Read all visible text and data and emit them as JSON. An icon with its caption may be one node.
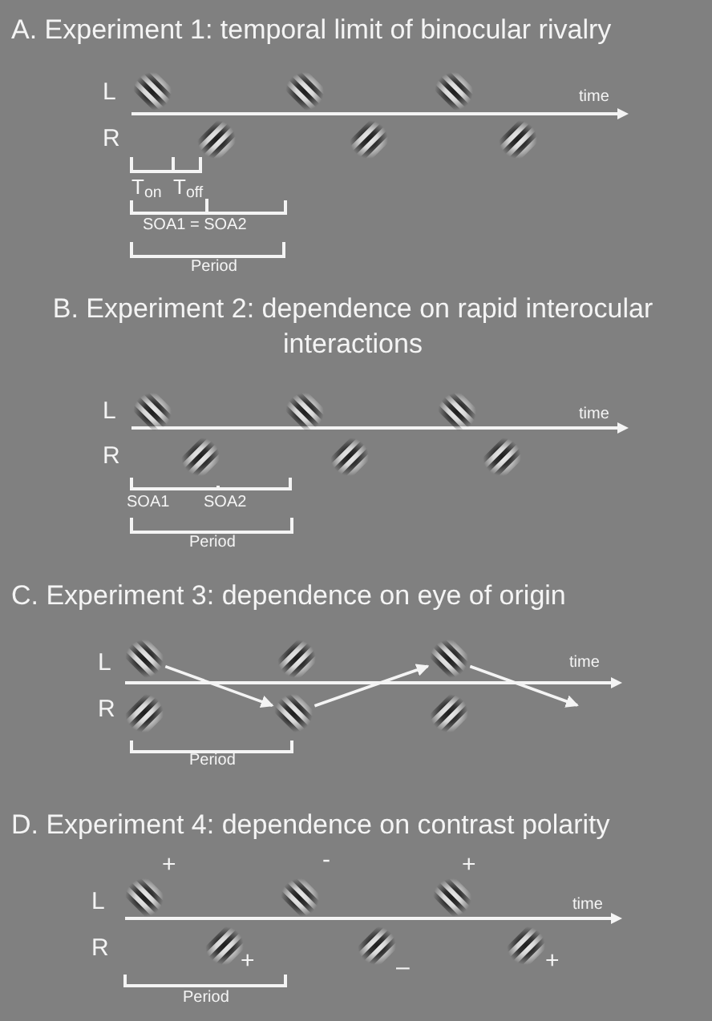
{
  "diagram": {
    "nodes": [
      {
        "text": [],
        "shape": "picture"
      },
      {
        "text": [],
        "shape": "picture"
      },
      {
        "text": [],
        "shape": "picture"
      },
      {
        "text": [],
        "shape": "picture"
      },
      {
        "text": [],
        "shape": "picture"
      },
      {
        "text": [],
        "shape": "picture"
      },
      {
        "text": [],
        "shape": "picture"
      },
      {
        "text": [],
        "shape": "picture"
      },
      {
        "text": [],
        "shape": "picture"
      },
      {
        "text": [],
        "shape": "picture"
      },
      {
        "text": [],
        "shape": "picture"
      },
      {
        "text": [],
        "shape": "picture"
      },
      {
        "text": [],
        "shape": "picture"
      },
      {
        "text": [],
        "shape": "picture"
      },
      {
        "text": [],
        "shape": "picture"
      },
      {
        "text": [],
        "shape": "picture"
      },
      {
        "text": [],
        "shape": "picture"
      },
      {
        "text": [],
        "shape": "picture"
      },
      {
        "text": [],
        "shape": "picture"
      },
      {
        "text": [],
        "shape": "picture"
      },
      {
        "text": [],
        "shape": "picture"
      },
      {
        "text": [],
        "shape": "picture"
      },
      {
        "text": [],
        "shape": "picture"
      },
      {
        "text": [],
        "shape": "picture"
      }
    ],
    "edges": [
      {
        "from": 12,
        "to": 15,
        "arrow": "to"
      },
      {
        "from": 15,
        "to": 16,
        "arrow": "to"
      },
      {
        "from": 16,
        "to": null,
        "arrow": "to"
      }
    ],
    "labels": [
      "A. Experiment 1: temporal limit of binocular rivalry",
      "L",
      "time",
      "R",
      "T$_{on}$",
      "T$_{off}$",
      "SOA1 = SOA2",
      "Period",
      "B. Experiment 2: dependence on rapid interocular interactions",
      "L",
      "time",
      "R",
      "SOA1",
      "SOA2",
      "Period",
      "C. Experiment 3: dependence on eye of origin",
      "L",
      "time",
      "R",
      "Period",
      "D. Experiment 4: dependence on contrast polarity",
      "+",
      "-",
      "+",
      "L",
      "time",
      "R",
      "+",
      "–",
      "+",
      "Period"
    ]
  }
}
